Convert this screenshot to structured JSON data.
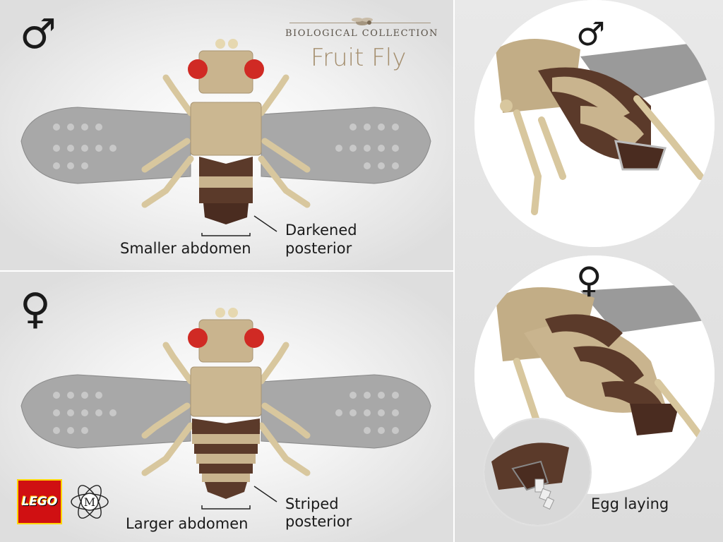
{
  "title": {
    "collection": "BIOLOGICAL COLLECTION",
    "name": "Fruit Fly"
  },
  "male": {
    "symbol": "♂",
    "label_abdomen": "Smaller abdomen",
    "label_posterior_line1": "Darkened",
    "label_posterior_line2": "posterior"
  },
  "female": {
    "symbol": "♀",
    "label_abdomen": "Larger abdomen",
    "label_posterior_line1": "Striped",
    "label_posterior_line2": "posterior"
  },
  "right": {
    "male_symbol": "♂",
    "female_symbol": "♀",
    "egg_label": "Egg laying"
  },
  "logos": {
    "lego_text": "LEGO",
    "m_text": "M"
  },
  "colors": {
    "tan": "#c9b48e",
    "dark_brown": "#5b3a2a",
    "eye_red": "#d02a24",
    "wing_grey": "#9a9a9a",
    "lego_red": "#d01012",
    "lego_yellow": "#ffd500"
  }
}
